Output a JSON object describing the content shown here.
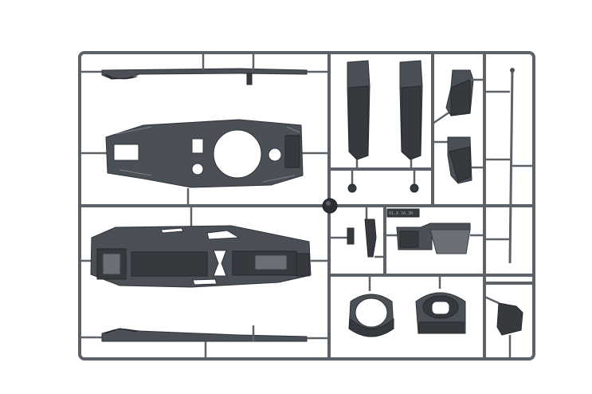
{
  "scene": {
    "subject": "plastic-model-sprue",
    "colors": {
      "background": "#ffffff",
      "plastic": "#4b5056",
      "runner": "#5d6268"
    },
    "parts": [
      "upper-hull-plate",
      "lower-hull-plate",
      "track-guard-top",
      "track-guard-bottom",
      "side-panel-left",
      "side-panel-right",
      "hatch-upper",
      "hatch-lower",
      "antenna-rod",
      "turret-ring",
      "cupola",
      "mudflap",
      "small-bracket-1",
      "small-bracket-2",
      "frame-part",
      "gate-hub"
    ]
  }
}
